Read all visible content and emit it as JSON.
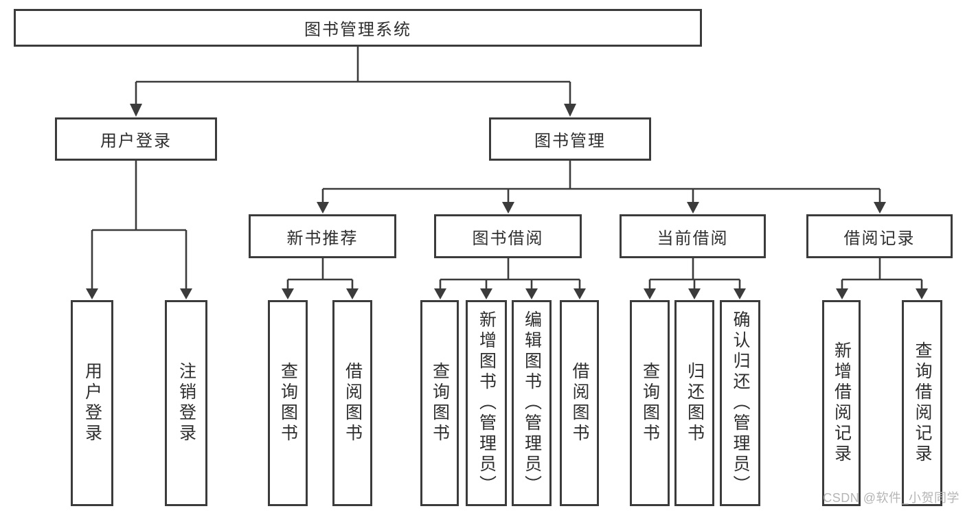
{
  "tree": {
    "root": {
      "label": "图书管理系统"
    },
    "branches": [
      {
        "label": "用户登录",
        "children": [
          {
            "label": "用户登录"
          },
          {
            "label": "注销登录"
          }
        ]
      },
      {
        "label": "图书管理",
        "children": [
          {
            "label": "新书推荐",
            "children": [
              {
                "label": "查询图书"
              },
              {
                "label": "借阅图书"
              }
            ]
          },
          {
            "label": "图书借阅",
            "children": [
              {
                "label": "查询图书"
              },
              {
                "label": "新增图书（管理员）"
              },
              {
                "label": "编辑图书（管理员）"
              },
              {
                "label": "借阅图书"
              }
            ]
          },
          {
            "label": "当前借阅",
            "children": [
              {
                "label": "查询图书"
              },
              {
                "label": "归还图书"
              },
              {
                "label": "确认归还（管理员）"
              }
            ]
          },
          {
            "label": "借阅记录",
            "children": [
              {
                "label": "新增借阅记录"
              },
              {
                "label": "查询借阅记录"
              }
            ]
          }
        ]
      }
    ]
  },
  "watermark": {
    "text": "CSDN @软件_小贺同学"
  },
  "colors": {
    "line": "#3b3b3b",
    "text": "#2e2e2e",
    "background": "#ffffff",
    "watermark": "#b5b5b5"
  }
}
